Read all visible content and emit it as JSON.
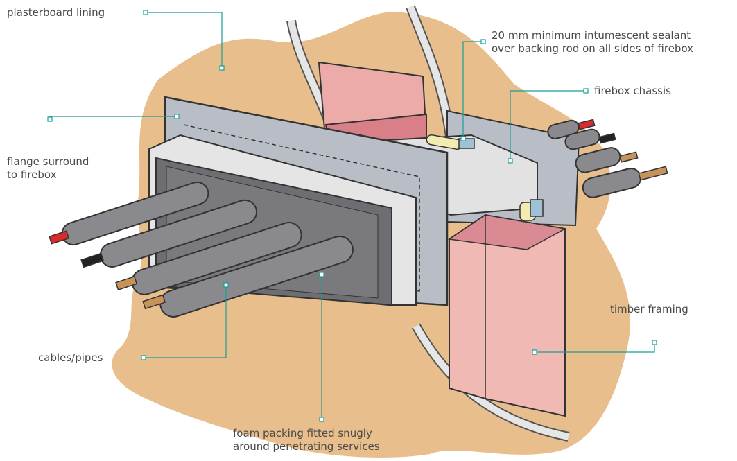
{
  "colors": {
    "leader": "#1a9e96",
    "plasterboard": "#e8bf8c",
    "firebox": "#b9bec6",
    "foam": "#e5e5e5",
    "cable_sheath": "#8a8a8e",
    "timber": "#f0b9b3",
    "sealant": "#f2ecb0"
  },
  "labels": {
    "plasterboard": "plasterboard lining",
    "sealant": "20 mm minimum intumescent sealant\nover backing rod on all sides of firebox",
    "chassis": "firebox chassis",
    "flange": "flange surround\nto firebox",
    "timber": "timber framing",
    "cables": "cables/pipes",
    "foam": "foam packing fitted snugly\naround penetrating services"
  },
  "icons": {
    "anchor_marker": "square-marker"
  }
}
